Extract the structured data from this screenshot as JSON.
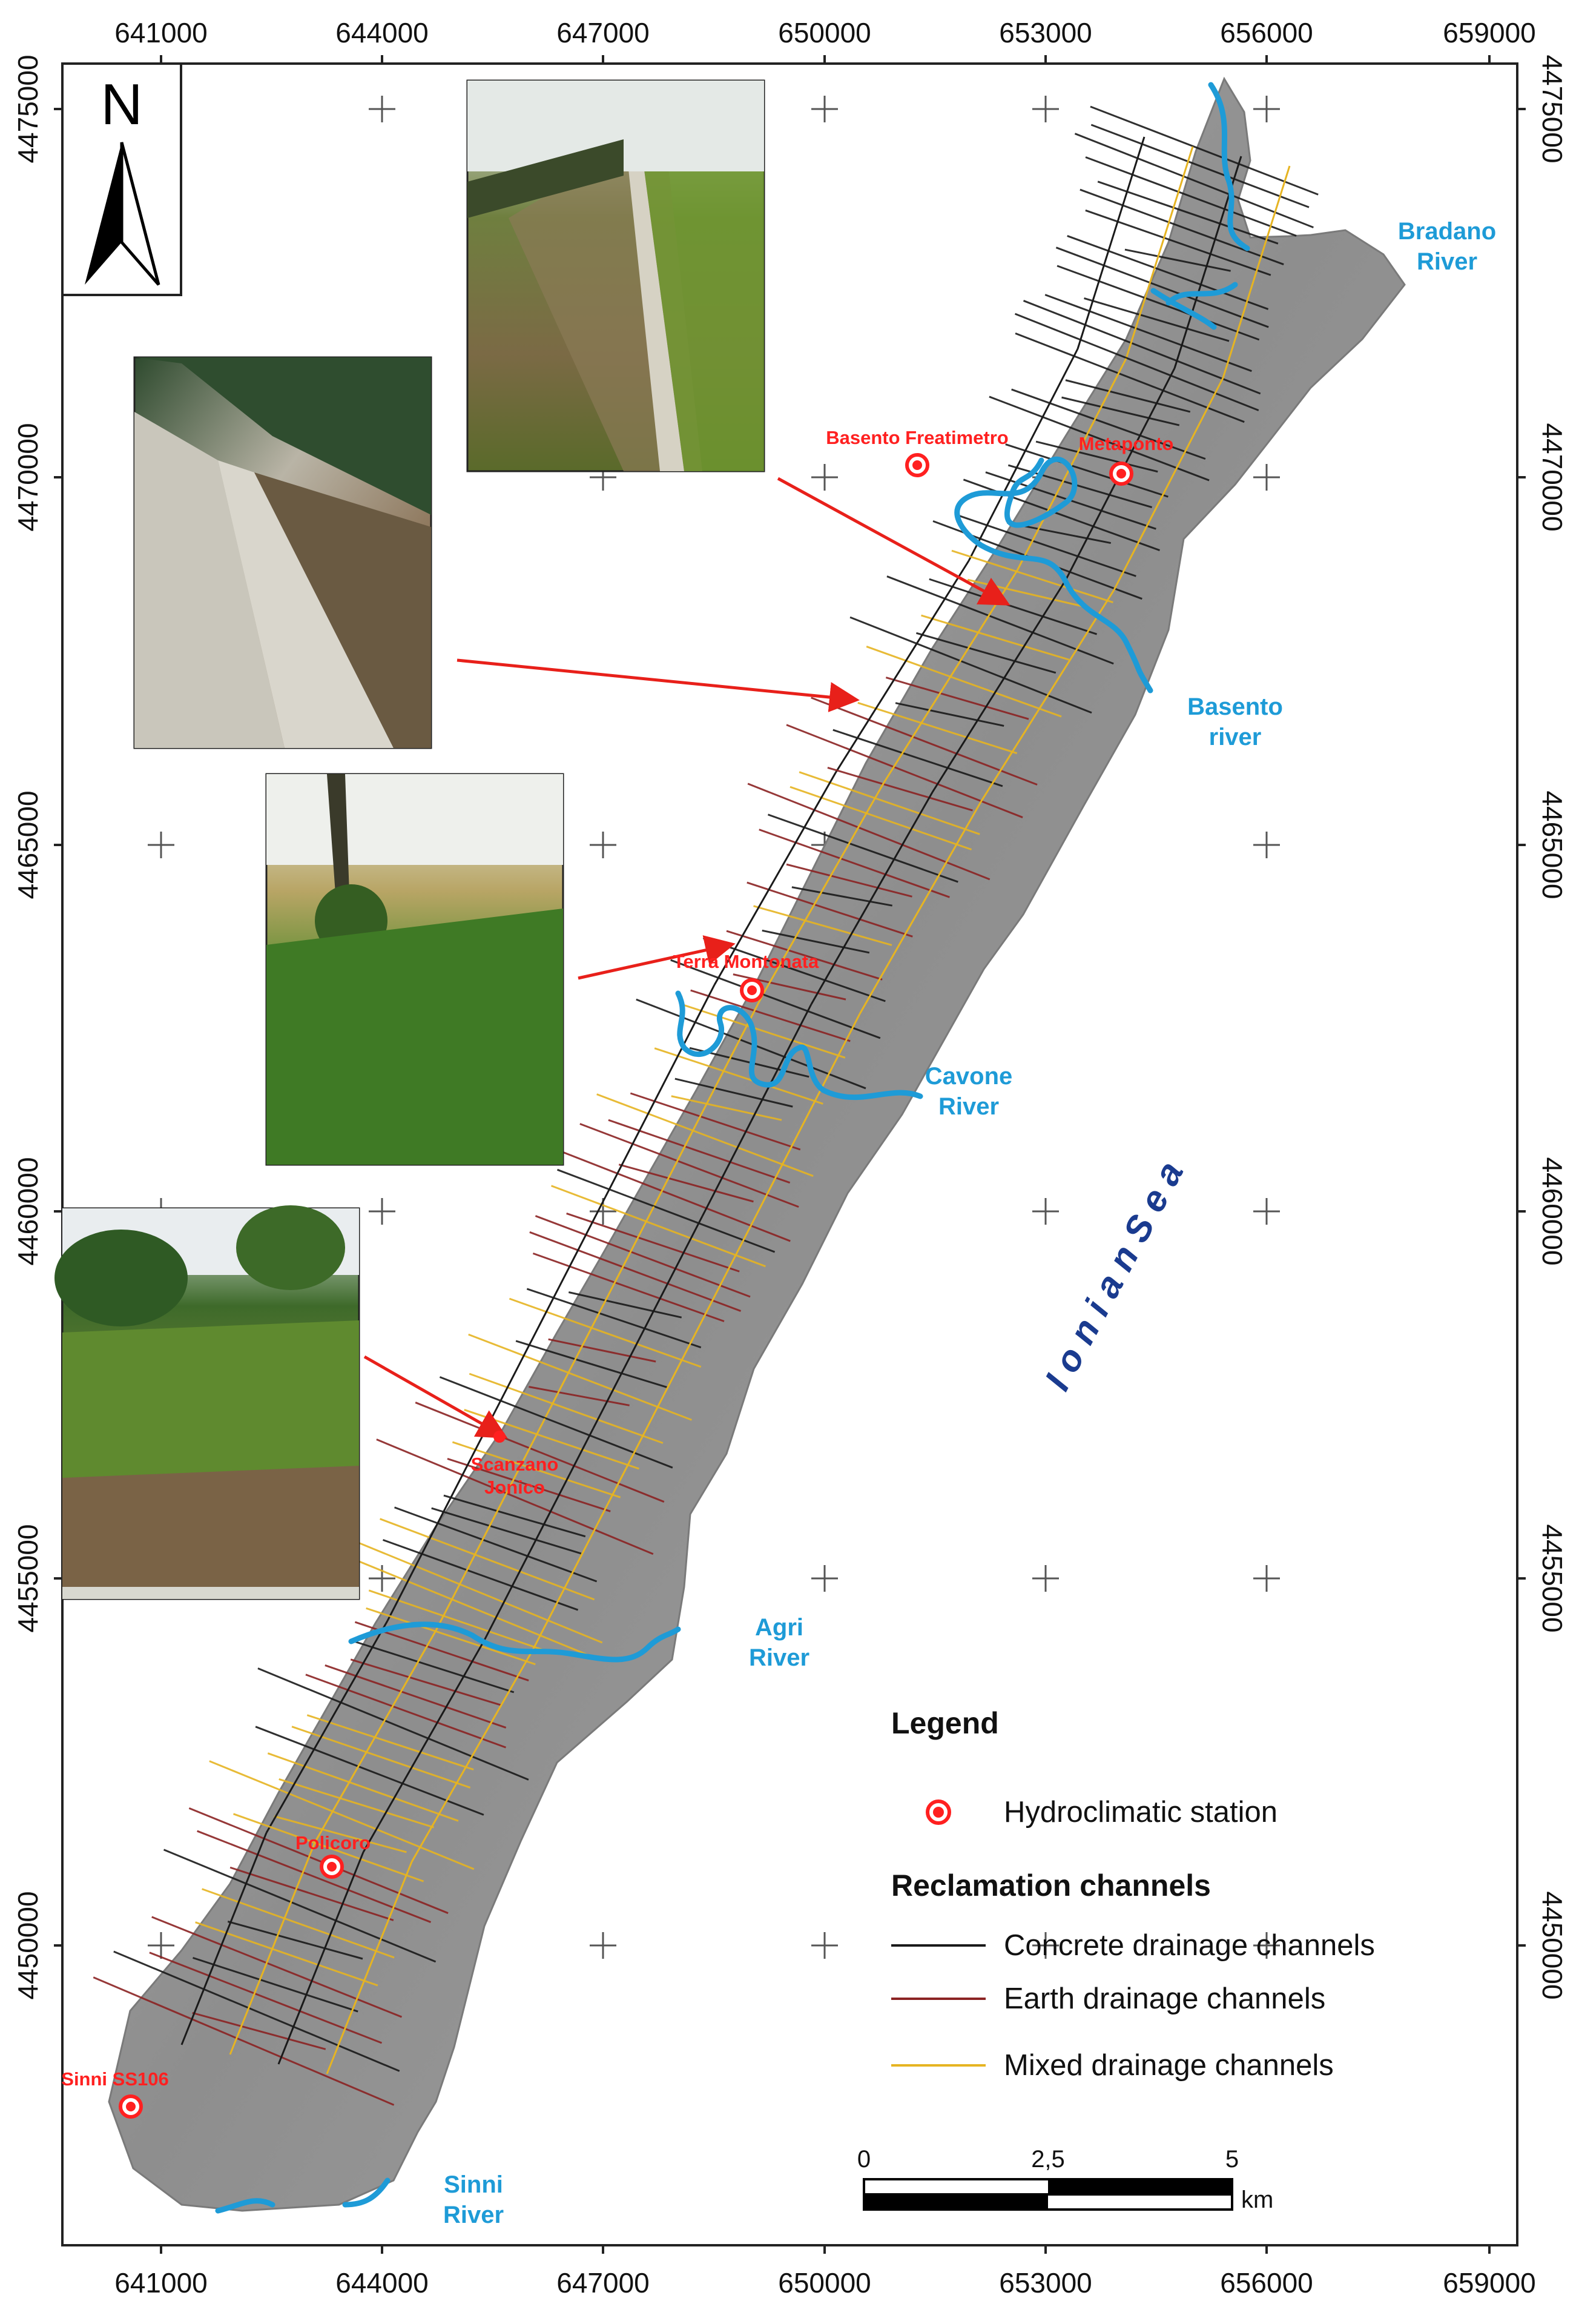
{
  "x_ticks": [
    "641000",
    "644000",
    "647000",
    "650000",
    "653000",
    "656000",
    "659000"
  ],
  "y_ticks": [
    "4475000",
    "4470000",
    "4465000",
    "4460000",
    "4455000",
    "4450000"
  ],
  "north_label": "N",
  "sea_label": "I o n i a n   S e a",
  "rivers": [
    {
      "line1": "Bradano",
      "line2": "River"
    },
    {
      "line1": "Basento",
      "line2": "river"
    },
    {
      "line1": "Cavone",
      "line2": "River"
    },
    {
      "line1": "Agri",
      "line2": "River"
    },
    {
      "line1": "Sinni",
      "line2": "River"
    }
  ],
  "stations": [
    {
      "name": "Basento Freatimetro"
    },
    {
      "name": "Metaponto"
    },
    {
      "name": "Terra Montonata"
    },
    {
      "name": "Scanzano",
      "name2": "Jonico"
    },
    {
      "name": "Policoro"
    },
    {
      "name": "Sinni SS106"
    }
  ],
  "legend": {
    "title": "Legend",
    "station_label": "Hydroclimatic station",
    "channels_title": "Reclamation channels",
    "items": [
      {
        "label": "Concrete drainage channels",
        "color": "#1a1a1a"
      },
      {
        "label": "Earth drainage channels",
        "color": "#8b2323"
      },
      {
        "label": "Mixed drainage channels",
        "color": "#e6b422"
      }
    ]
  },
  "scale": {
    "labels": [
      "0",
      "2,5",
      "5"
    ],
    "unit": "km"
  },
  "colors": {
    "river": "#1e9bd7",
    "station": "#ff2020",
    "terrain": "#9a9a9a",
    "arrow": "#e8201a"
  }
}
